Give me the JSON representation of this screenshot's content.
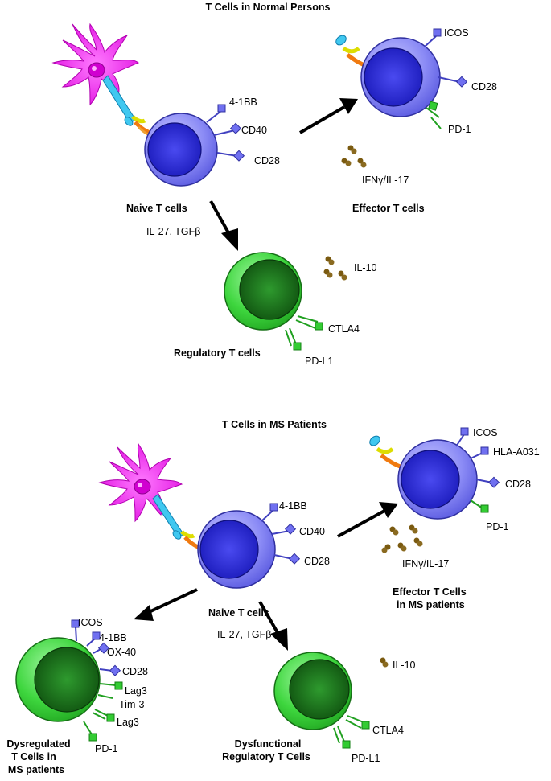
{
  "panel_normal": {
    "title": "T Cells in Normal Persons",
    "naive_label": "Naive T cells",
    "naive_receptors": [
      "4-1BB",
      "CD40",
      "CD28"
    ],
    "effector_label": "Effector T cells",
    "effector_receptors": [
      "ICOS",
      "CD28",
      "PD-1"
    ],
    "effector_cytokines": "IFNγ/IL-17",
    "treg_signal": "IL-27, TGFβ",
    "treg_label": "Regulatory T cells",
    "treg_cytokine": "IL-10",
    "treg_receptors": [
      "CTLA4",
      "PD-L1"
    ]
  },
  "panel_ms": {
    "title": "T Cells in MS Patients",
    "naive_label": "Naive T cells",
    "naive_receptors": [
      "4-1BB",
      "CD40",
      "CD28"
    ],
    "effector_label_1": "Effector T Cells",
    "effector_label_2": "in MS patients",
    "effector_receptors": [
      "ICOS",
      "HLA-A031",
      "CD28",
      "PD-1"
    ],
    "effector_cytokines": "IFNγ/IL-17",
    "treg_signal": "IL-27, TGFβ",
    "treg_label_1": "Dysfunctional",
    "treg_label_2": "Regulatory T Cells",
    "treg_cytokine": "IL-10",
    "treg_receptors": [
      "CTLA4",
      "PD-L1"
    ],
    "dysreg_label_1": "Dysregulated",
    "dysreg_label_2": "T Cells in",
    "dysreg_label_3": "MS patients",
    "dysreg_receptors": [
      "ICOS",
      "4-1BB",
      "OX-40",
      "CD28",
      "Lag3",
      "Tim-3",
      "Lag3",
      "PD-1"
    ]
  },
  "colors": {
    "tcell_outer": "#8080f0",
    "tcell_nucleus": "#2a2ad8",
    "treg_outer": "#33d633",
    "treg_nucleus": "#1a7a1a",
    "dendritic": "#f01ef0",
    "receptor_blue": "#6666ee",
    "receptor_green": "#33cc33",
    "cytokine": "#7a5a10"
  }
}
